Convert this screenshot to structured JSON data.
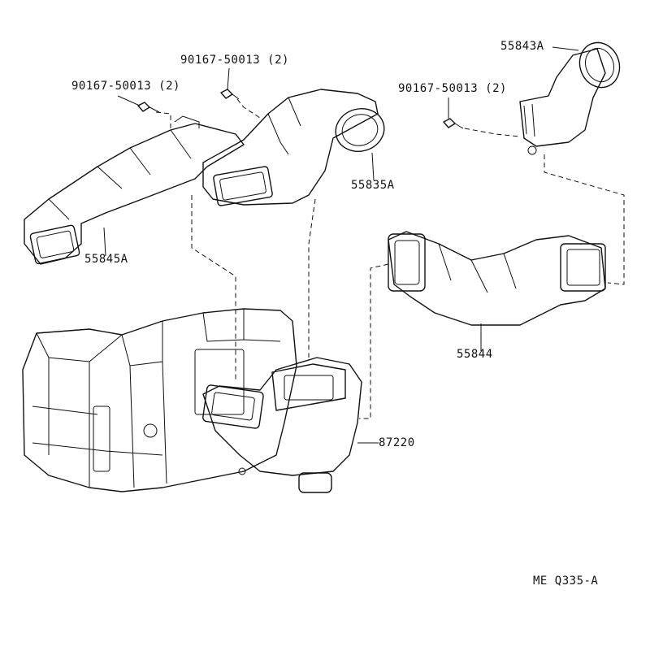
{
  "labels": {
    "bolt_left": "90167-50013 (2)",
    "bolt_mid": "90167-50013 (2)",
    "bolt_right": "90167-50013 (2)",
    "part_55843A": "55843A",
    "part_55835A": "55835A",
    "part_55845A": "55845A",
    "part_55844": "55844",
    "part_87220": "87220",
    "figure_code": "ME Q335-A"
  }
}
